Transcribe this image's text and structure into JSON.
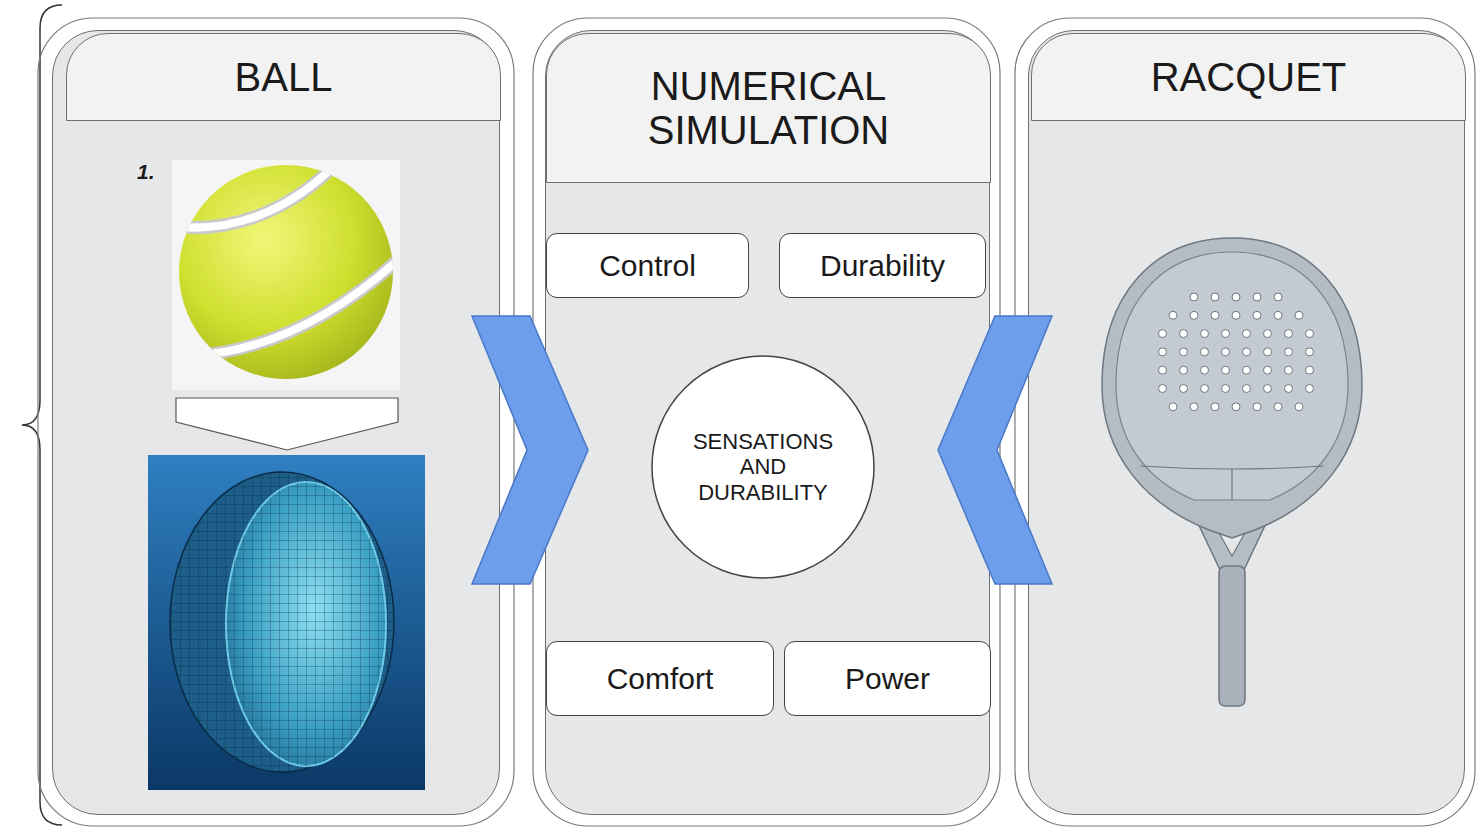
{
  "diagram": {
    "nodes": [
      {
        "text": [
          "BALL"
        ]
      },
      {
        "text": [
          "NUMERICAL SIMULATION"
        ]
      },
      {
        "text": [
          "RACQUET"
        ]
      },
      {
        "text": [
          "Control"
        ],
        "in": 1
      },
      {
        "text": [
          "Durability"
        ],
        "in": 1
      },
      {
        "text": [
          "SENSATIONS AND DURABILITY"
        ],
        "in": 1
      },
      {
        "text": [
          "Comfort"
        ],
        "in": 1
      },
      {
        "text": [
          "Power"
        ],
        "in": 1
      }
    ],
    "labels": [
      "1."
    ]
  }
}
